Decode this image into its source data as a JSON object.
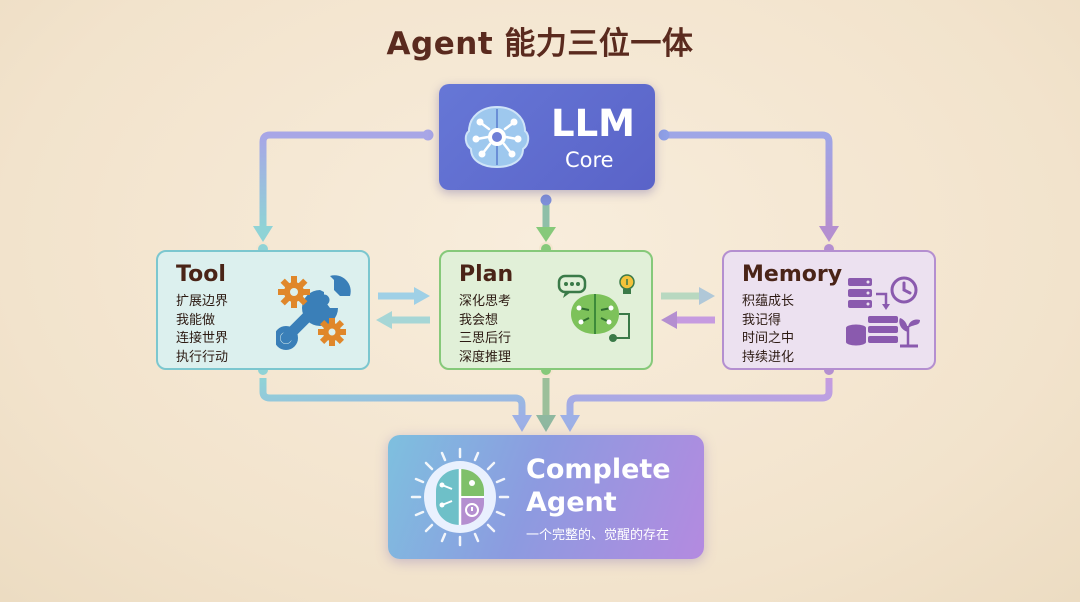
{
  "title": "Agent 能力三位一体",
  "llm": {
    "title": "LLM",
    "subtitle": "Core",
    "icon": "brain-circuit-icon"
  },
  "tool": {
    "title": "Tool",
    "lines": [
      "扩展边界",
      "我能做",
      "连接世界",
      "执行行动"
    ],
    "icon": "wrench-gear-icon"
  },
  "plan": {
    "title": "Plan",
    "lines": [
      "深化思考",
      "我会想",
      "三思后行",
      "深度推理"
    ],
    "icon": "brain-lightbulb-icon"
  },
  "memory": {
    "title": "Memory",
    "lines": [
      "积蕴成长",
      "我记得",
      "时间之中",
      "持续进化"
    ],
    "icon": "database-clock-icon"
  },
  "complete": {
    "title_line1": "Complete",
    "title_line2": "Agent",
    "subtitle": "一个完整的、觉醒的存在",
    "icon": "glowing-brain-icon"
  },
  "colors": {
    "title": "#5a2a1e",
    "llm": "#5f6dd0",
    "tool": "#7cc7cf",
    "plan": "#86c97a",
    "memory": "#b48fd0",
    "background": "#f4e6d0"
  }
}
